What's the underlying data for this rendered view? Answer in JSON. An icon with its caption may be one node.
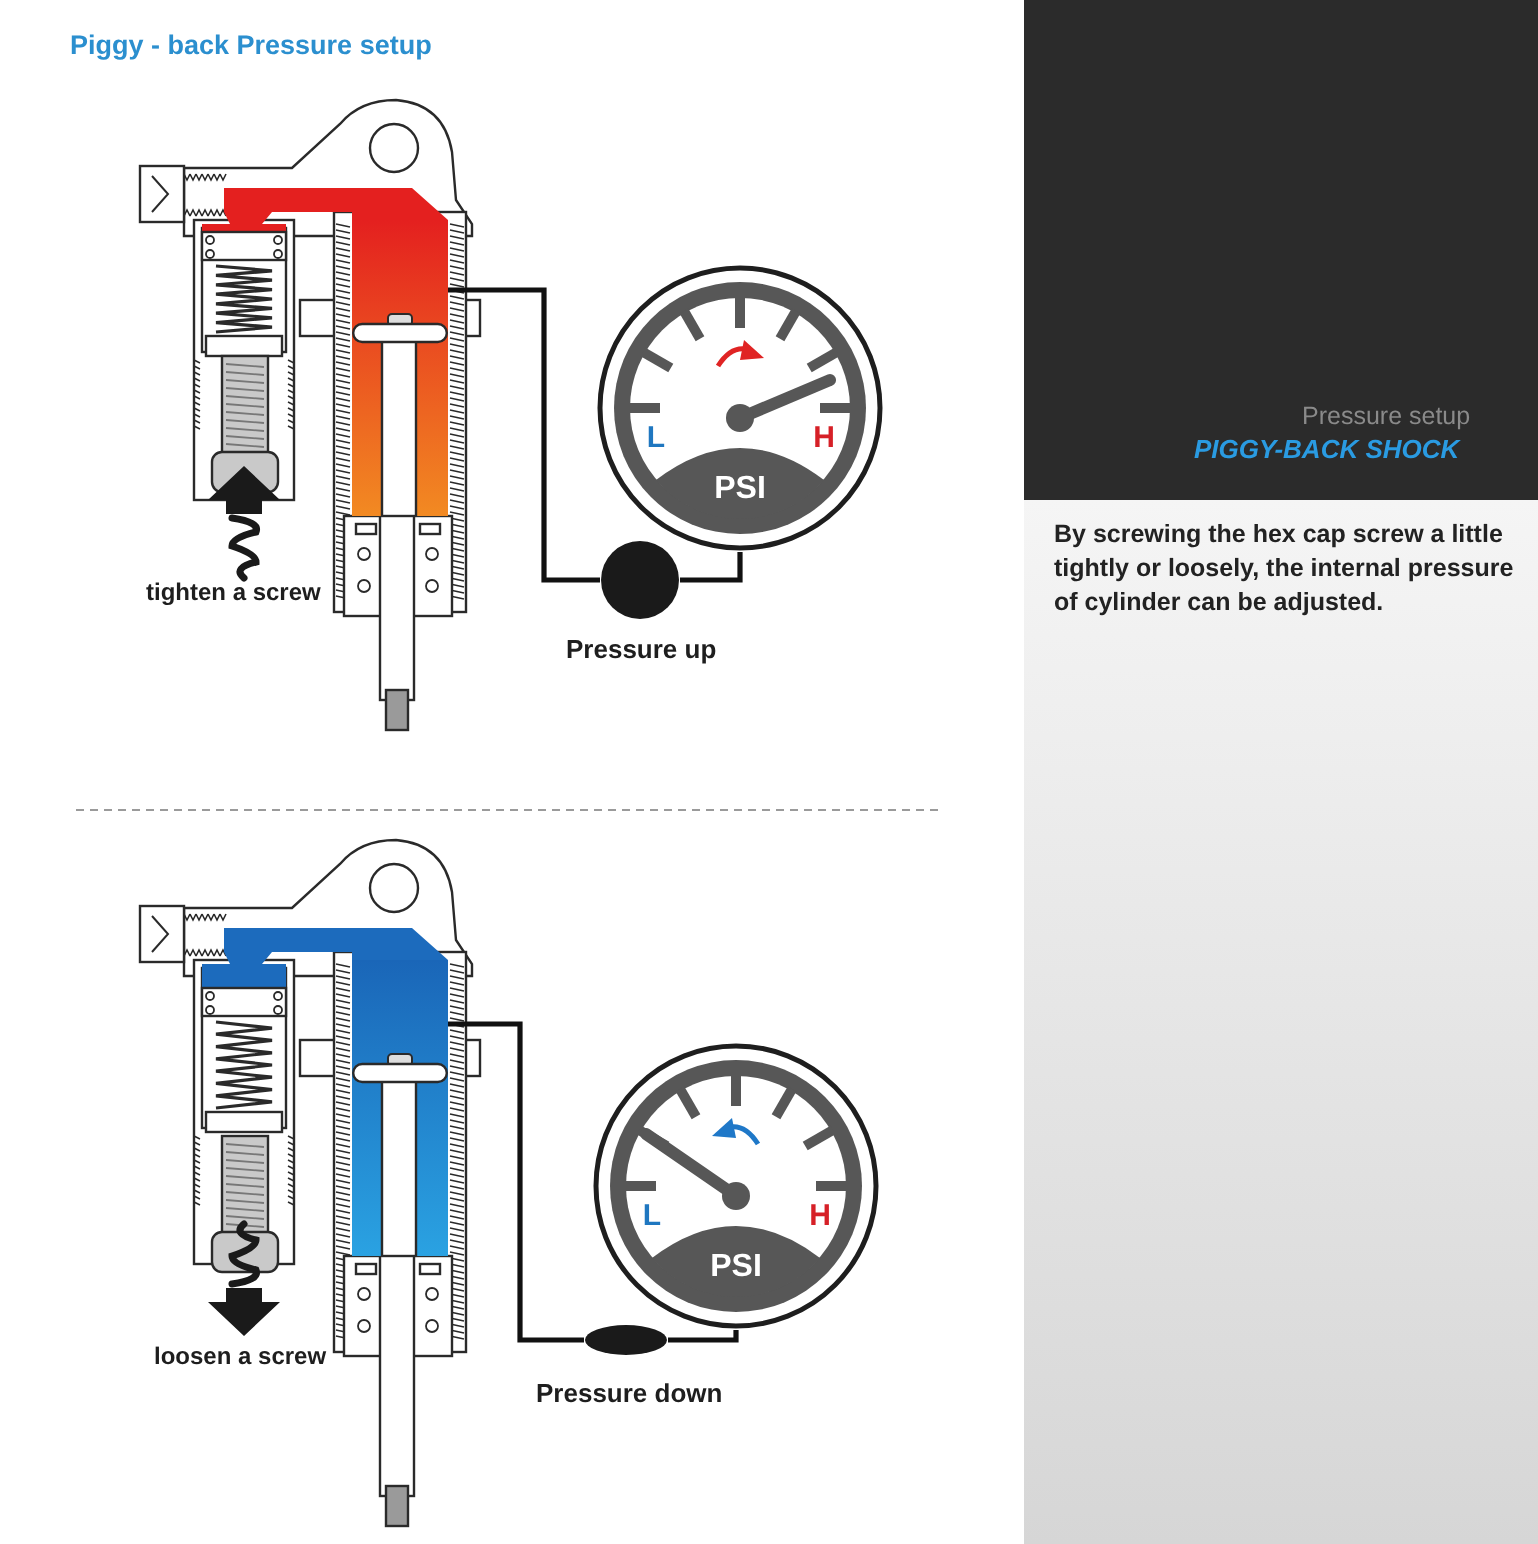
{
  "diagram": {
    "title": "Piggy - back Pressure setup",
    "nodes": [
      {
        "text": [],
        "shape": "picture",
        "beside": [
          "tighten a screw"
        ]
      },
      {
        "text": [],
        "shape": "box",
        "in": 0
      },
      {
        "text": [
          "L",
          "H",
          "PSI"
        ]
      },
      {
        "text": [],
        "shape": "circle",
        "beside": [
          "Pressure up"
        ]
      },
      {
        "text": [],
        "shape": "picture",
        "beside": [
          "loosen a screw"
        ]
      },
      {
        "text": [],
        "shape": "box",
        "in": 4
      },
      {
        "text": [
          "L",
          "H",
          "PSI"
        ]
      },
      {
        "text": [],
        "shape": "ellipse",
        "beside": [
          "Pressure down"
        ]
      }
    ],
    "edges": [
      {
        "from": 1,
        "to": 3,
        "arrow": "none"
      },
      {
        "from": 3,
        "to": 2,
        "arrow": "none"
      },
      {
        "from": 5,
        "to": 7,
        "arrow": "none"
      },
      {
        "from": 7,
        "to": 6,
        "arrow": "none"
      }
    ],
    "labels": [
      "Pressure setup",
      "PIGGY-BACK SHOCK",
      "By screwing the hex cap screw a little tightly or loosely, the internal pressure of cylinder can be adjusted."
    ]
  }
}
